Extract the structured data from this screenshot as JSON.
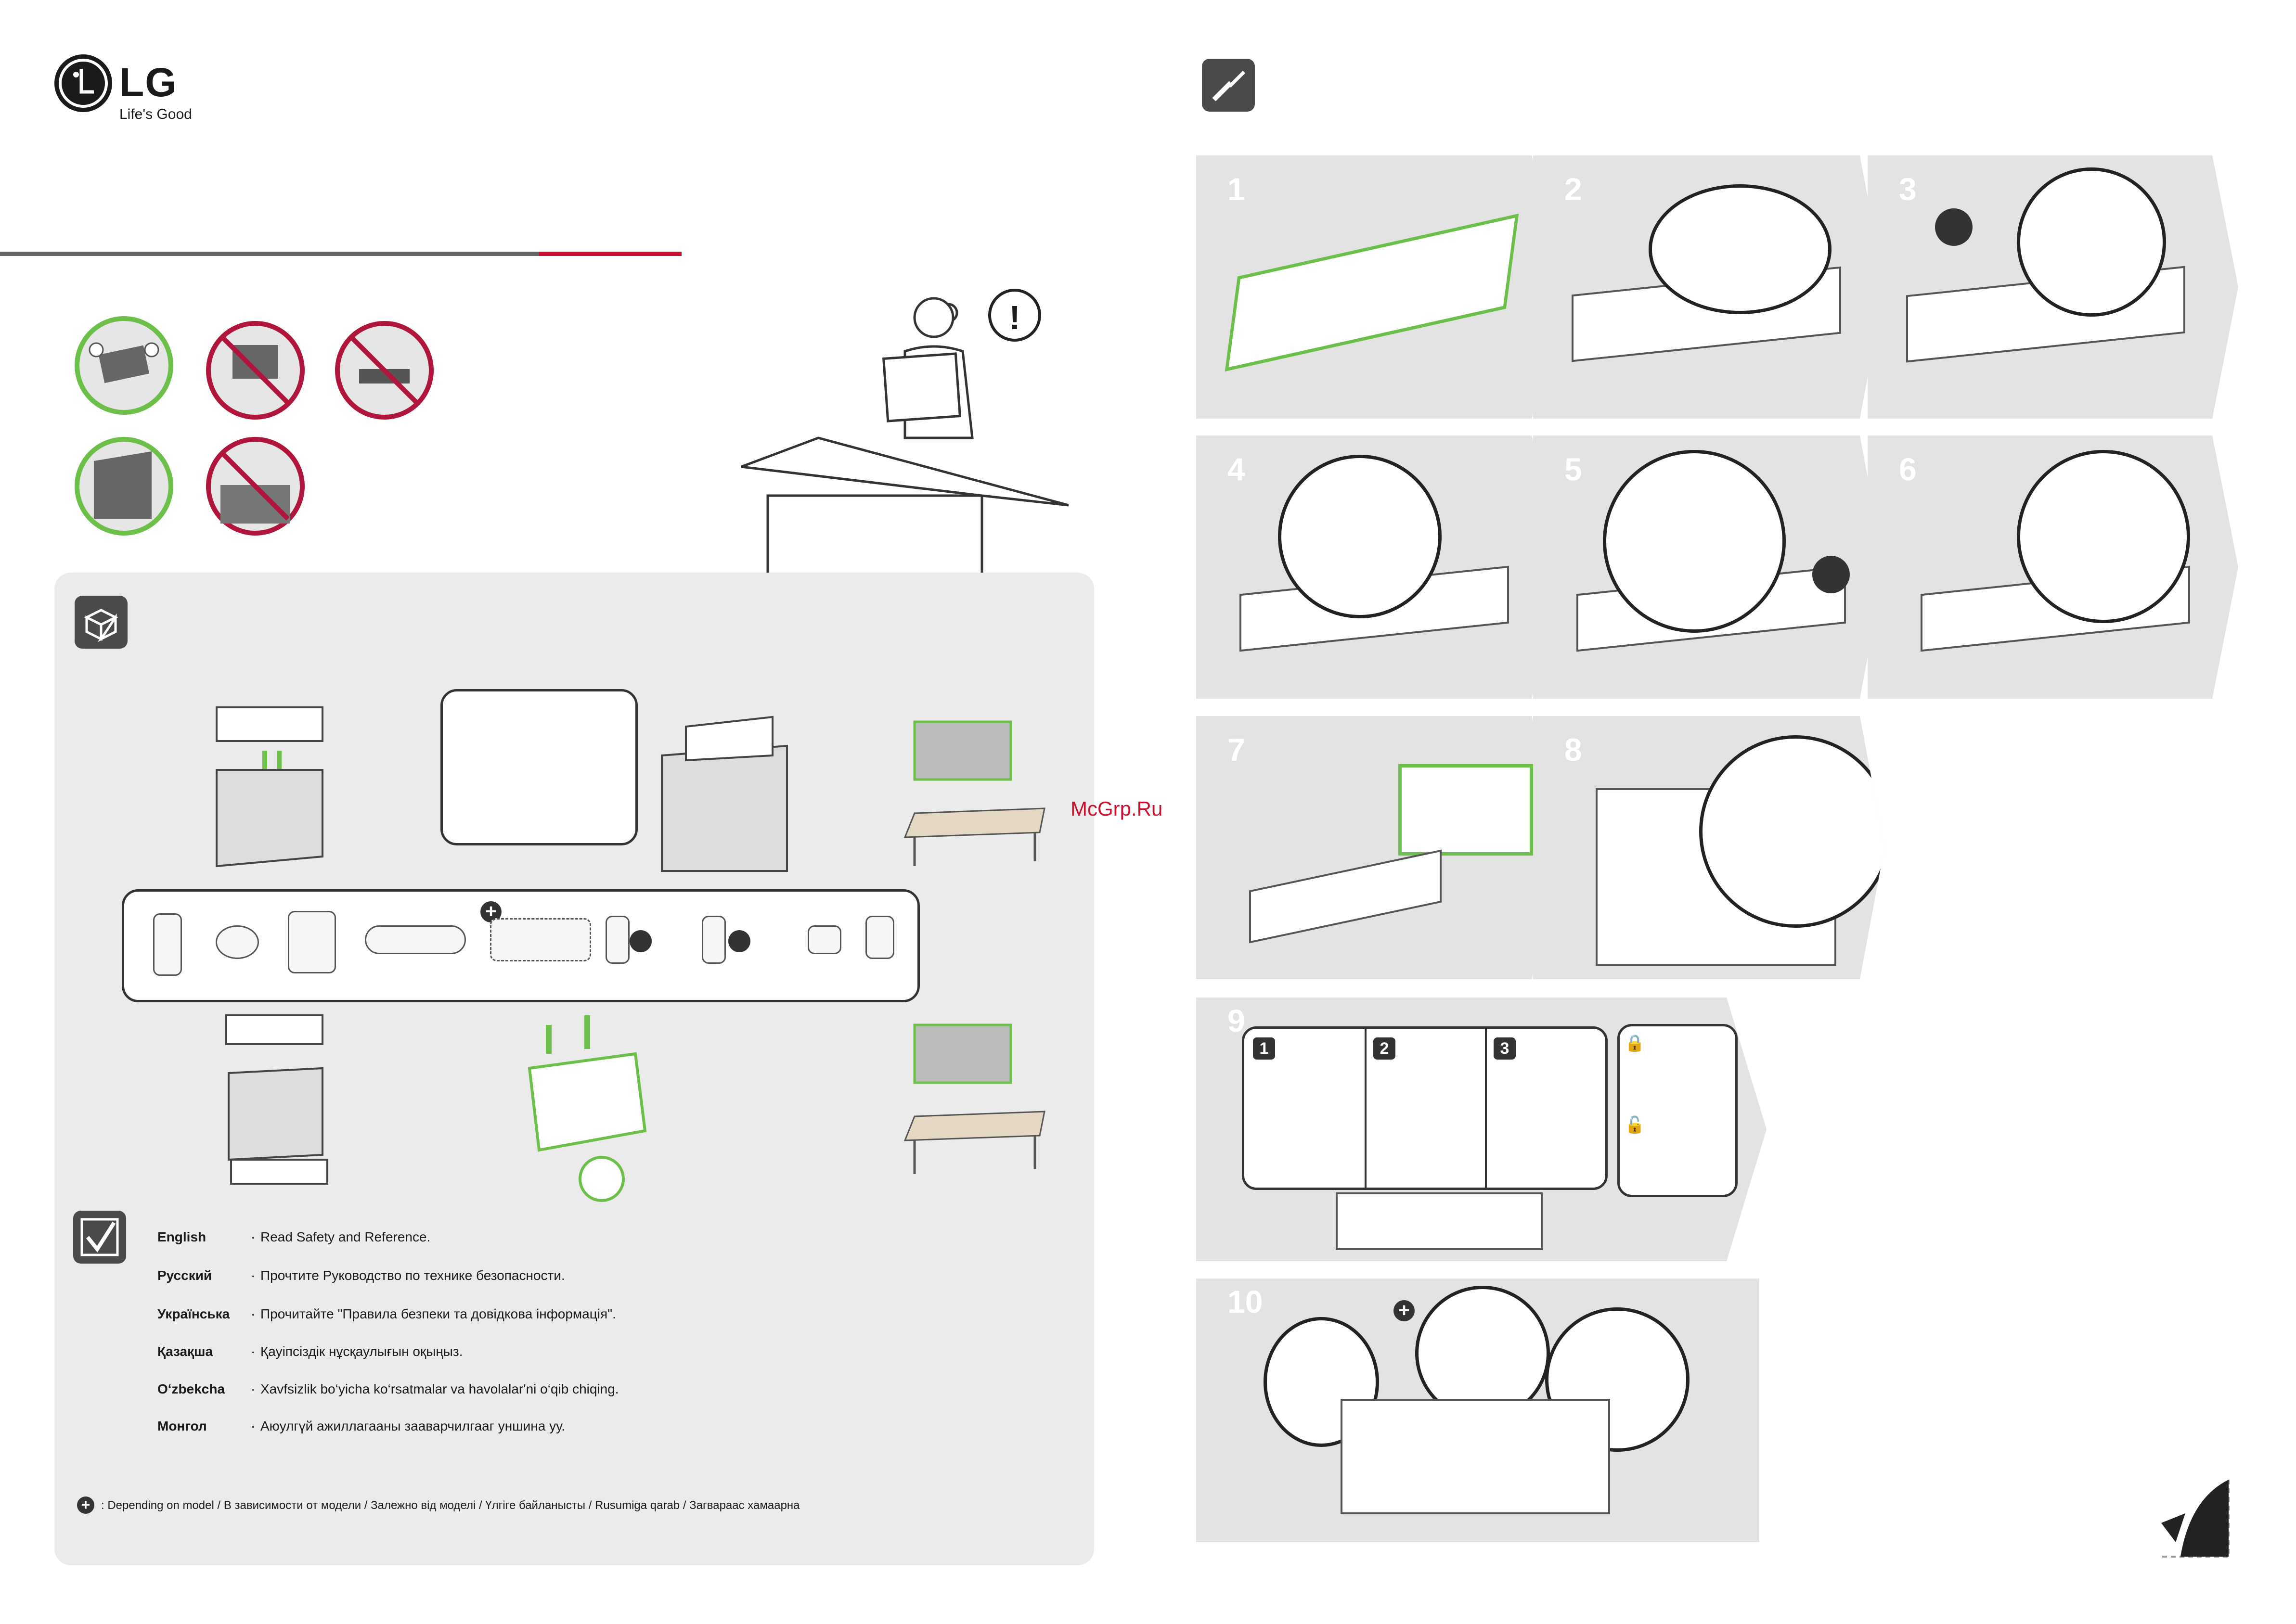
{
  "brand": {
    "name": "LG",
    "tagline": "Life's Good",
    "logo_letters": "L"
  },
  "colors": {
    "accent_green": "#6cc04a",
    "prohibited_red": "#b0163c",
    "brand_red": "#c8102e",
    "watermark": "#c8102e"
  },
  "header": {
    "warning_symbol": "!"
  },
  "steps": [
    "1",
    "2",
    "3",
    "4",
    "5",
    "6",
    "7",
    "8",
    "9",
    "10"
  ],
  "step9_substeps": [
    "1",
    "2",
    "3"
  ],
  "languages": [
    {
      "name": "English",
      "text": "Read Safety and Reference."
    },
    {
      "name": "Русский",
      "text": "Прочтите Руководство по технике безопасности."
    },
    {
      "name": "Українська",
      "text": "Прочитайте \"Правила безпеки та довідкова інформація\"."
    },
    {
      "name": "Қазақша",
      "text": "Қауіпсіздік нұсқаулығын оқыңыз."
    },
    {
      "name": "O‘zbekcha",
      "text": "Xavfsizlik bo‘yicha ko‘rsatmalar va havolalar'ni o‘qib chiqing."
    },
    {
      "name": "Монгол",
      "text": "Аюулгүй ажиллагааны заавар­чилгааг уншина уу."
    }
  ],
  "footnote": ": Depending on model / В зависимости от модели / Залежно від моделі / Үлгіге байланысты / Rusumiga qarab / Загвараас хамаарна",
  "watermark": "McGrp.Ru",
  "icons": {
    "unbox": "box-icon",
    "tools": "screwdriver-icon",
    "read": "checkmark-document-icon",
    "optional": "plus-icon"
  }
}
